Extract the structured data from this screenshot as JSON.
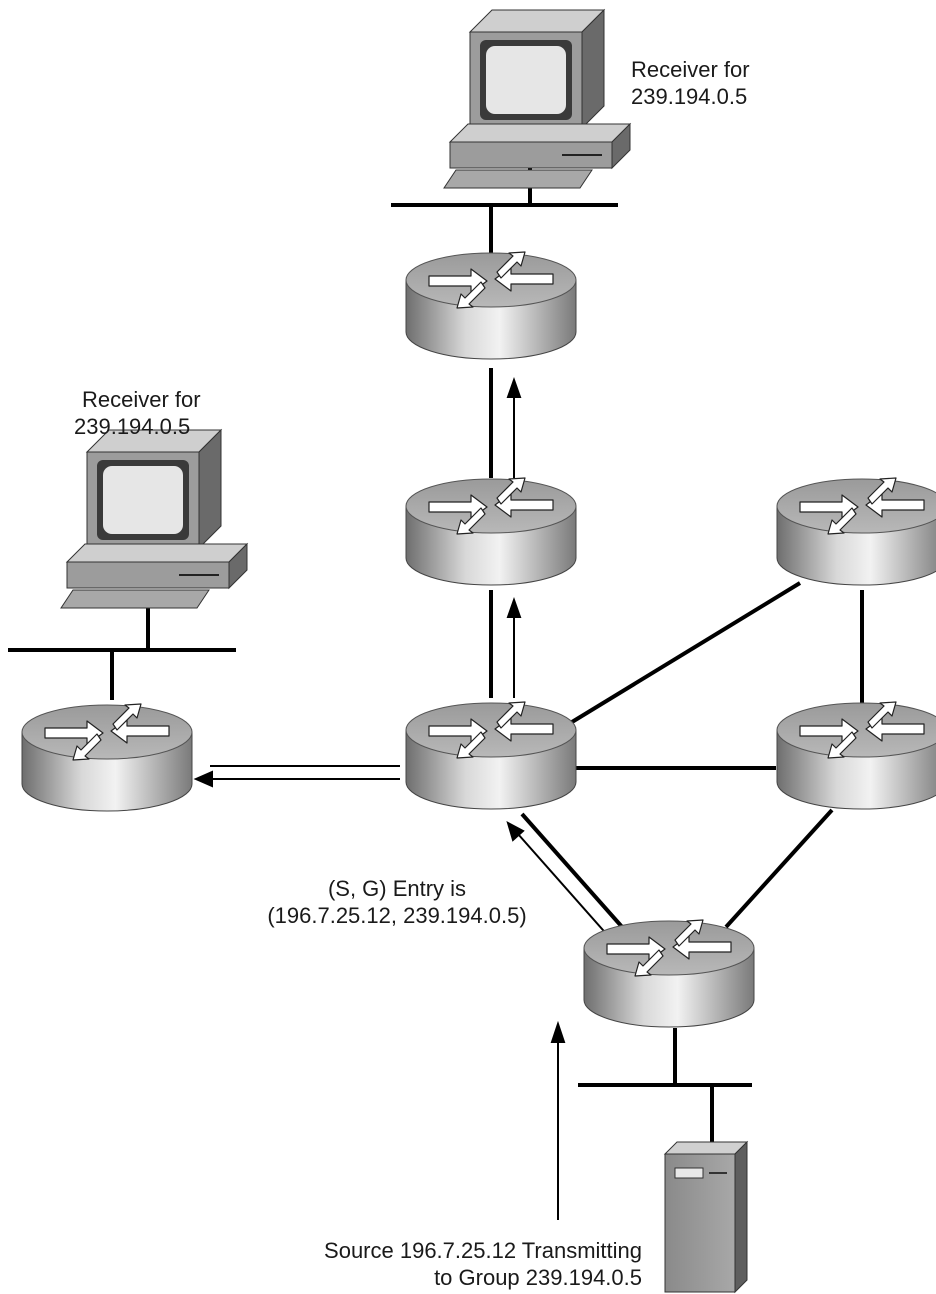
{
  "labels": {
    "receiver_top": [
      "Receiver for",
      "239.194.0.5"
    ],
    "receiver_left": [
      "Receiver for",
      "239.194.0.5"
    ],
    "sg_entry": [
      "(S, G) Entry is",
      "(196.7.25.12, 239.194.0.5)"
    ],
    "source": [
      "Source 196.7.25.12 Transmitting",
      "to Group 239.194.0.5"
    ]
  },
  "icons": {
    "router": "router-icon",
    "workstation": "workstation-icon",
    "server": "server-icon"
  }
}
